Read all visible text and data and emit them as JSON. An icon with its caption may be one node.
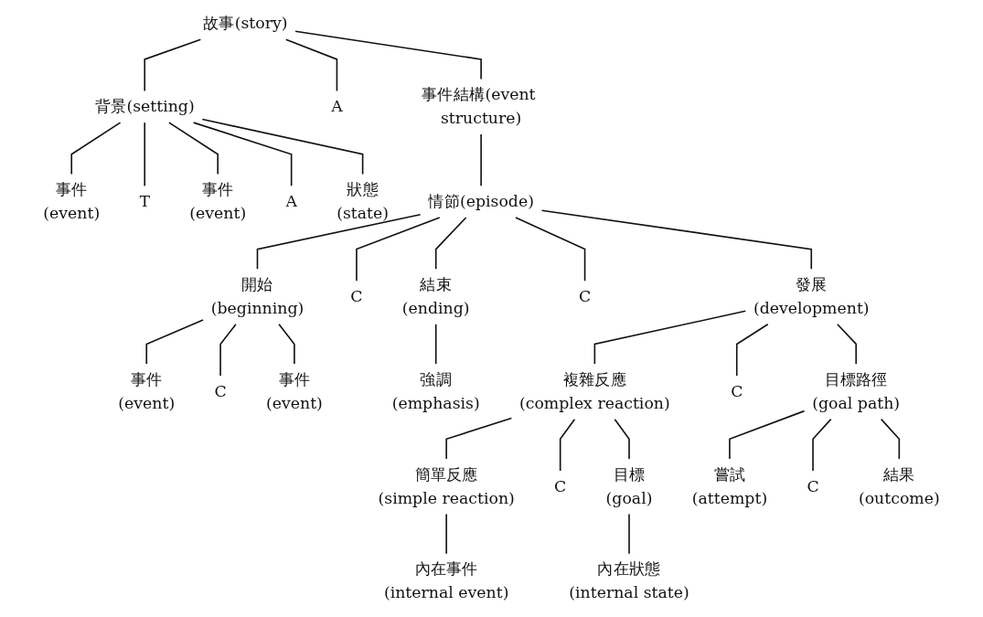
{
  "diagram": {
    "nodes": [
      {
        "text": [
          "故事(story)"
        ]
      },
      {
        "text": [
          "背景(setting)"
        ]
      },
      {
        "text": [
          "A"
        ]
      },
      {
        "text": [
          "事件結構(event structure)"
        ]
      },
      {
        "text": [
          "事件",
          "(event)"
        ]
      },
      {
        "text": [
          "T"
        ]
      },
      {
        "text": [
          "事件",
          "(event)"
        ]
      },
      {
        "text": [
          "A"
        ]
      },
      {
        "text": [
          "狀態",
          "(state)"
        ]
      },
      {
        "text": [
          "情節(episode)"
        ]
      },
      {
        "text": [
          "開始",
          "(beginning)"
        ]
      },
      {
        "text": [
          "C"
        ]
      },
      {
        "text": [
          "發展",
          "(development)"
        ]
      },
      {
        "text": [
          "C"
        ]
      },
      {
        "text": [
          "結束",
          "(ending)"
        ]
      },
      {
        "text": [
          "事件",
          "(event)"
        ]
      },
      {
        "text": [
          "C"
        ]
      },
      {
        "text": [
          "事件",
          "(event)"
        ]
      },
      {
        "text": [
          "強調",
          "(emphasis)"
        ]
      },
      {
        "text": [
          "複雜反應",
          "(complex reaction)"
        ]
      },
      {
        "text": [
          "C"
        ]
      },
      {
        "text": [
          "目標路徑",
          "(goal path)"
        ]
      },
      {
        "text": [
          "簡單反應",
          "(simple reaction)"
        ]
      },
      {
        "text": [
          "C"
        ]
      },
      {
        "text": [
          "目標",
          "(goal)"
        ]
      },
      {
        "text": [
          "嘗試",
          "(attempt)"
        ]
      },
      {
        "text": [
          "C"
        ]
      },
      {
        "text": [
          "結果",
          "(outcome)"
        ]
      },
      {
        "text": [
          "內在事件",
          "(internal event)"
        ]
      },
      {
        "text": [
          "內在狀態",
          "(internal state)"
        ]
      }
    ],
    "edges": [
      {
        "from": 0,
        "to": 1,
        "arrow": "none"
      },
      {
        "from": 0,
        "to": 2,
        "arrow": "none"
      },
      {
        "from": 0,
        "to": 3,
        "arrow": "none"
      },
      {
        "from": 1,
        "to": 4,
        "arrow": "none"
      },
      {
        "from": 1,
        "to": 5,
        "arrow": "none"
      },
      {
        "from": 1,
        "to": 6,
        "arrow": "none"
      },
      {
        "from": 1,
        "to": 7,
        "arrow": "none"
      },
      {
        "from": 1,
        "to": 8,
        "arrow": "none"
      },
      {
        "from": 3,
        "to": 9,
        "arrow": "none"
      },
      {
        "from": 9,
        "to": 10,
        "arrow": "none"
      },
      {
        "from": 9,
        "to": 11,
        "arrow": "none"
      },
      {
        "from": 9,
        "to": 12,
        "arrow": "none"
      },
      {
        "from": 9,
        "to": 13,
        "arrow": "none"
      },
      {
        "from": 9,
        "to": 14,
        "arrow": "none"
      },
      {
        "from": 10,
        "to": 15,
        "arrow": "none"
      },
      {
        "from": 10,
        "to": 16,
        "arrow": "none"
      },
      {
        "from": 10,
        "to": 17,
        "arrow": "none"
      },
      {
        "from": 14,
        "to": 18,
        "arrow": "none"
      },
      {
        "from": 12,
        "to": 19,
        "arrow": "none"
      },
      {
        "from": 12,
        "to": 20,
        "arrow": "none"
      },
      {
        "from": 12,
        "to": 21,
        "arrow": "none"
      },
      {
        "from": 19,
        "to": 22,
        "arrow": "none"
      },
      {
        "from": 19,
        "to": 23,
        "arrow": "none"
      },
      {
        "from": 19,
        "to": 24,
        "arrow": "none"
      },
      {
        "from": 21,
        "to": 25,
        "arrow": "none"
      },
      {
        "from": 21,
        "to": 26,
        "arrow": "none"
      },
      {
        "from": 21,
        "to": 27,
        "arrow": "none"
      },
      {
        "from": 22,
        "to": 28,
        "arrow": "none"
      },
      {
        "from": 24,
        "to": 29,
        "arrow": "none"
      }
    ]
  }
}
